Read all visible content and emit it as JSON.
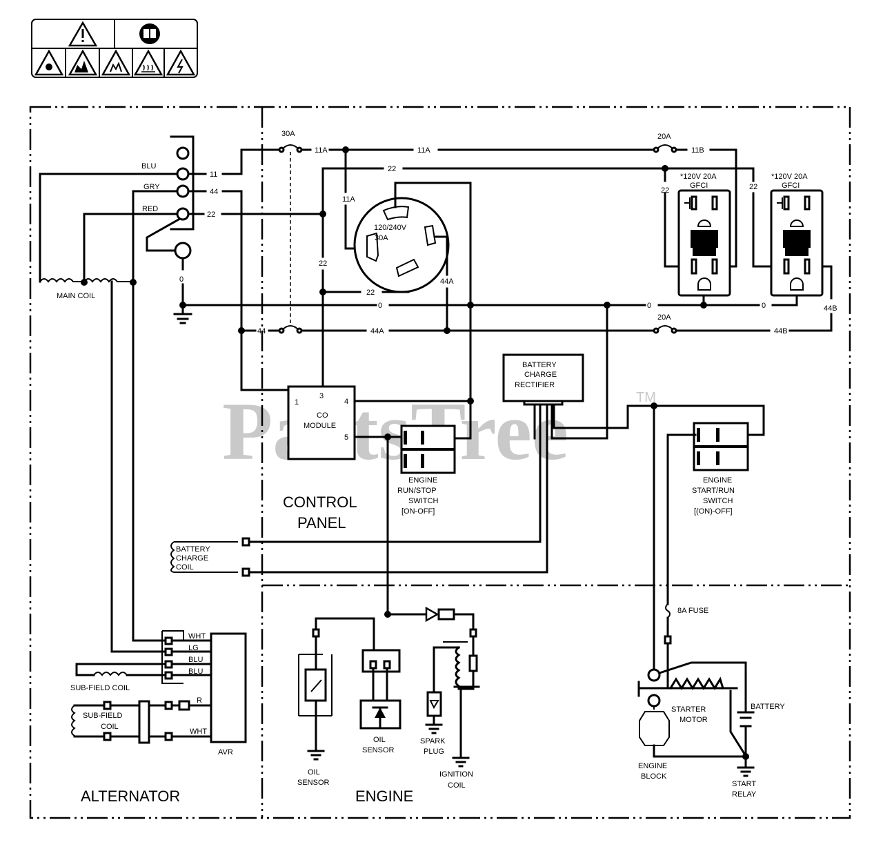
{
  "watermark": {
    "text": "PartsTree",
    "tm": "TM"
  },
  "warning_label": {
    "top_icons": [
      "warning-exclamation-icon",
      "read-manual-book-icon"
    ],
    "bottom_icons": [
      "hazard-entanglement-icon",
      "hazard-fire-icon",
      "hazard-explosion-icon",
      "hazard-hot-surface-icon",
      "hazard-electric-shock-icon"
    ]
  },
  "sections": {
    "alternator": "ALTERNATOR",
    "control_panel_line1": "CONTROL",
    "control_panel_line2": "PANEL",
    "engine": "ENGINE"
  },
  "alternator": {
    "main_coil": "MAIN COIL",
    "terminal_wires": [
      "BLU",
      "GRY",
      "RED"
    ],
    "terminal_numbers": [
      "11",
      "44",
      "22"
    ],
    "ground_wire": "0",
    "battery_charge_coil": [
      "BATTERY",
      "CHARGE",
      "COIL"
    ],
    "avr_wires": [
      "WHT",
      "LG",
      "BLU",
      "BLU"
    ],
    "sub_field_coil_1": "SUB-FIELD COIL",
    "sub_field_coil_2": [
      "SUB-FIELD",
      "COIL"
    ],
    "avr_lower_wires": [
      "R",
      "WHT"
    ],
    "avr": "AVR"
  },
  "control_panel": {
    "breaker_30a": "30A",
    "breaker_20a_top": "20A",
    "breaker_20a_bottom": "20A",
    "wire_labels": {
      "w11a_1": "11A",
      "w11a_2": "11A",
      "w11a_3": "11A",
      "w11b": "11B",
      "w22_top": "22",
      "w22_left": "22",
      "w22_bottom": "22",
      "w22_gfci1": "22",
      "w22_gfci2": "22",
      "w0_1": "0",
      "w0_2": "0",
      "w0_3": "0",
      "w44": "44",
      "w44a_1": "44A",
      "w44a_2": "44A",
      "w44b_1": "44B",
      "w44b_2": "44B"
    },
    "twist_lock": [
      "120/240V",
      "30A"
    ],
    "gfci_1": [
      "*120V 20A",
      "GFCI"
    ],
    "gfci_2": [
      "*120V 20A",
      "GFCI"
    ],
    "co_module": {
      "name": [
        "CO",
        "MODULE"
      ],
      "pins": [
        "1",
        "3",
        "4",
        "5"
      ]
    },
    "rectifier": [
      "BATTERY",
      "CHARGE",
      "RECTIFIER"
    ],
    "run_stop_switch": [
      "ENGINE",
      "RUN/STOP",
      "SWITCH",
      "[ON-OFF]"
    ],
    "start_run_switch": [
      "ENGINE",
      "START/RUN",
      "SWITCH",
      "[(ON)-OFF]"
    ]
  },
  "engine": {
    "oil_sensor_1": [
      "OIL",
      "SENSOR"
    ],
    "oil_sensor_2": [
      "OIL",
      "SENSOR"
    ],
    "spark_plug": [
      "SPARK",
      "PLUG"
    ],
    "ignition_coil": [
      "IGNITION",
      "COIL"
    ]
  },
  "starter": {
    "fuse": "8A FUSE",
    "starter_motor": [
      "STARTER",
      "MOTOR"
    ],
    "battery": "BATTERY",
    "engine_block": [
      "ENGINE",
      "BLOCK"
    ],
    "start_relay": [
      "START",
      "RELAY"
    ]
  }
}
